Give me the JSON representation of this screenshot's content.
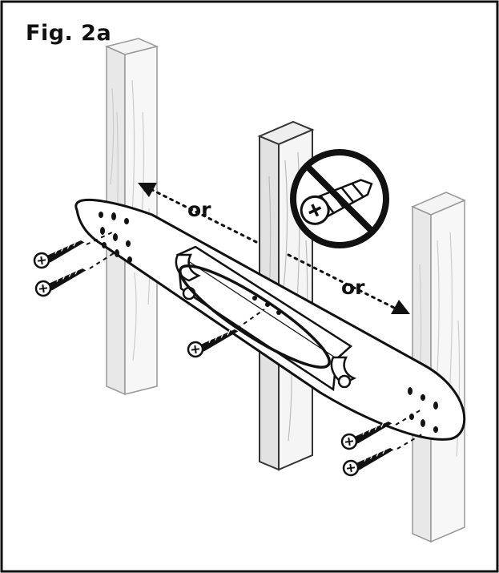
{
  "figure": {
    "label": "Fig. 2a",
    "option_left": "or",
    "option_right": "or"
  },
  "icons": {
    "prohibition": "no-drywall-anchor-icon",
    "screw": "wood-screw-icon"
  },
  "colors": {
    "ink": "#111111",
    "wood": "#f2f2f2",
    "background": "#ffffff"
  }
}
